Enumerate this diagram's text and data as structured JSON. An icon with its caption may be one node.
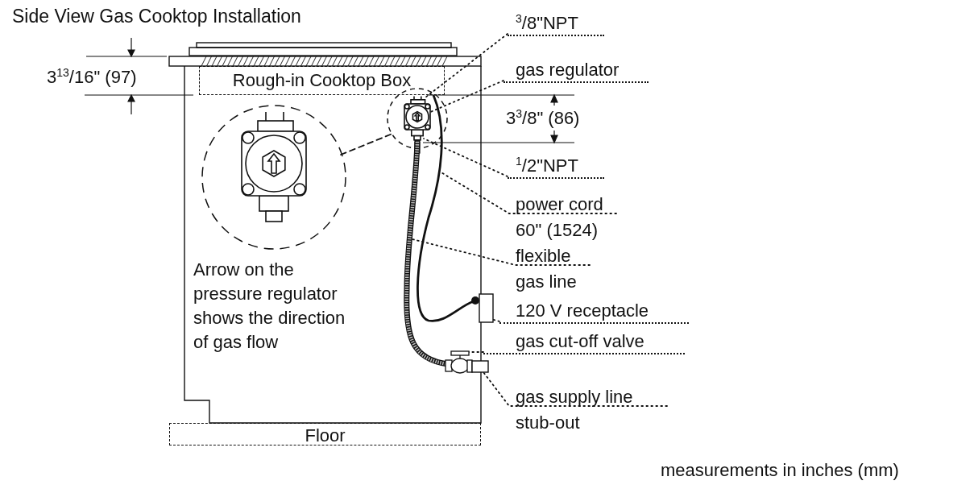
{
  "diagram": {
    "title": "Side View Gas Cooktop Installation",
    "nodes": [
      {
        "text": [
          "Rough-in Cooktop Box"
        ]
      },
      {
        "text": [
          "Floor"
        ]
      },
      {
        "text": [],
        "shape": "circle",
        "beside": [
          "Arrow on the pressure regulator shows the direction of gas flow"
        ]
      },
      {
        "text": [],
        "shape": "circle"
      },
      {
        "text": [
          "$^{3}$/8\"NPT"
        ]
      },
      {
        "text": [
          "gas regulator"
        ]
      },
      {
        "text": [
          "$^{1}$/2\"NPT"
        ]
      },
      {
        "text": [
          "power cord 60\" (1524)"
        ]
      },
      {
        "text": [
          "flexible gas line"
        ]
      },
      {
        "text": [
          "120 V receptacle"
        ]
      },
      {
        "text": [
          "gas cut-off valve"
        ]
      },
      {
        "text": [
          "gas supply line stub-out"
        ]
      },
      {
        "text": [],
        "shape": "picture"
      },
      {
        "text": [],
        "shape": "picture"
      },
      {
        "text": [],
        "shape": "picture"
      },
      {
        "text": [],
        "shape": "box"
      },
      {
        "text": [],
        "shape": "picture"
      },
      {
        "text": [],
        "shape": "box"
      }
    ],
    "edges": [
      {
        "from": 2,
        "to": 3,
        "arrow": "none",
        "style": "dashed"
      },
      {
        "from": 4,
        "to": 12,
        "arrow": "none"
      },
      {
        "from": 5,
        "to": 12,
        "arrow": "none"
      },
      {
        "from": 6,
        "to": 12,
        "arrow": "none"
      },
      {
        "from": 7,
        "to": 13,
        "arrow": "none"
      },
      {
        "from": 8,
        "to": 14,
        "arrow": "none"
      },
      {
        "from": 9,
        "to": 15,
        "arrow": "none"
      },
      {
        "from": 10,
        "to": 16,
        "arrow": "none"
      },
      {
        "from": 11,
        "to": 17,
        "arrow": "none"
      }
    ],
    "labels": [
      "3$^{13}$/16\" (97)",
      "3$^{3}$/8\" (86)",
      "measurements in inches (mm)"
    ]
  }
}
